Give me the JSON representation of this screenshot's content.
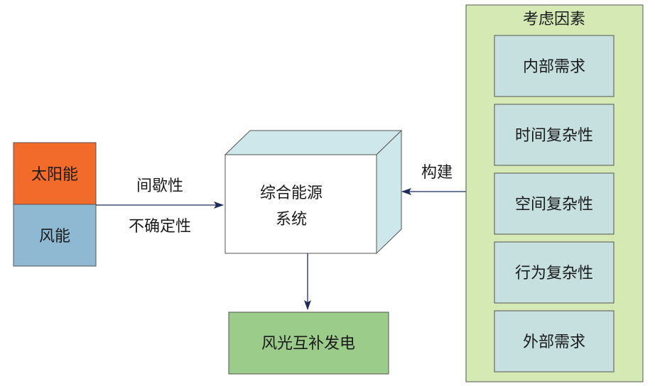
{
  "sources": {
    "solar": {
      "label": "太阳能",
      "color": "#f26b2a"
    },
    "wind": {
      "label": "风能",
      "color": "#8fb8d3"
    }
  },
  "input_arrow": {
    "label_top": "间歇性",
    "label_bottom": "不确定性"
  },
  "system": {
    "line1": "综合能源",
    "line2": "系统",
    "front_color": "#ffffff",
    "side_color": "#cde7ea"
  },
  "output": {
    "label": "风光互补发电",
    "color": "#9bcc8a"
  },
  "build_arrow": {
    "label": "构建"
  },
  "factors": {
    "title": "考虑因素",
    "panel_color": "#d4e9b3",
    "item_color": "#c6dfdf",
    "items": [
      "内部需求",
      "时间复杂性",
      "空间复杂性",
      "行为复杂性",
      "外部需求"
    ]
  }
}
